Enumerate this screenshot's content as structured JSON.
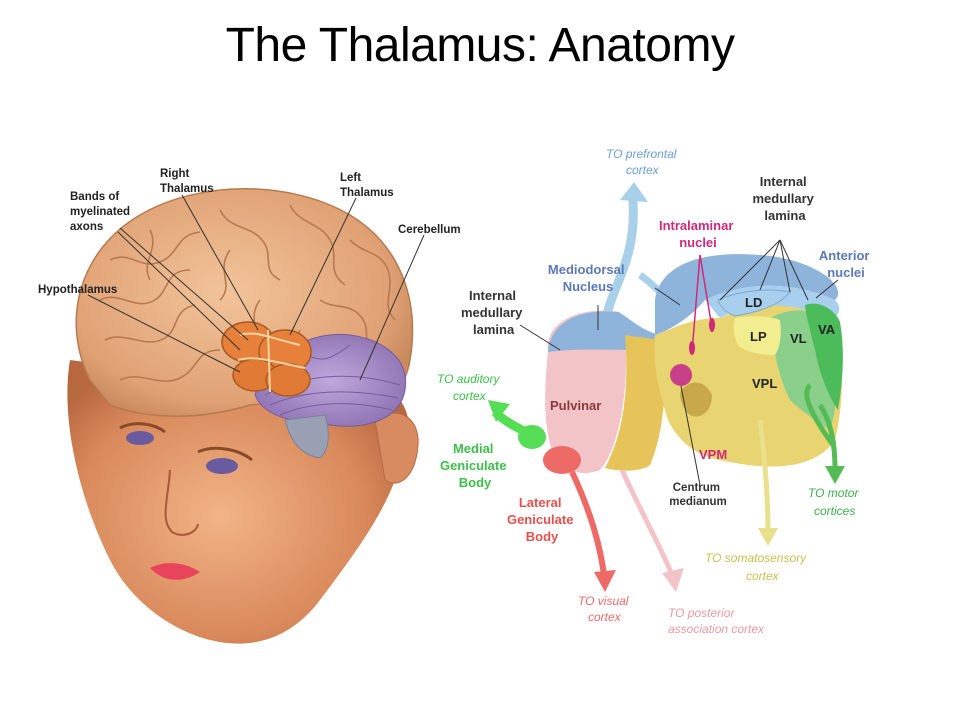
{
  "title": "The Thalamus: Anatomy",
  "head_labels": {
    "bands": [
      "Bands of",
      "myelinated",
      "axons"
    ],
    "right_thalamus": [
      "Right",
      "Thalamus"
    ],
    "left_thalamus": [
      "Left",
      "Thalamus"
    ],
    "cerebellum": "Cerebellum",
    "hypothalamus": "Hypothalamus"
  },
  "thalamus_labels": {
    "to_prefrontal": [
      "TO prefrontal",
      "cortex"
    ],
    "internal_medullary_lamina_top": [
      "Internal",
      "medullary",
      "lamina"
    ],
    "intralaminar_nuclei": [
      "Intralaminar",
      "nuclei"
    ],
    "anterior_nuclei": [
      "Anterior",
      "nuclei"
    ],
    "mediodorsal": [
      "Mediodorsal",
      "Nucleus"
    ],
    "internal_medullary_lamina_left": [
      "Internal",
      "medullary",
      "lamina"
    ],
    "to_auditory": [
      "TO auditory",
      "cortex"
    ],
    "pulvinar": "Pulvinar",
    "medial_geniculate": [
      "Medial",
      "Geniculate",
      "Body"
    ],
    "lateral_geniculate": [
      "Lateral",
      "Geniculate",
      "Body"
    ],
    "centrum_medianum": [
      "Centrum",
      "medianum"
    ],
    "to_motor": [
      "TO motor",
      "cortices"
    ],
    "to_somatosensory": [
      "TO somatosensory",
      "cortex"
    ],
    "to_visual": [
      "TO visual",
      "cortex"
    ],
    "to_posterior": [
      "TO posterior",
      "association cortex"
    ]
  },
  "nuclei": {
    "ld": "LD",
    "lp": "LP",
    "vl": "VL",
    "va": "VA",
    "vpl": "VPL",
    "vpm": "VPM"
  },
  "colors": {
    "skin": "#e9a070",
    "brain": "#e8b48a",
    "cerebellum": "#a890c8",
    "pulvinar": "#f2c4c8",
    "mediodorsal": "#8fb4dc",
    "anterior": "#a8d0ee",
    "vpl": "#e8d470",
    "vl": "#8ad08a",
    "va": "#4cbb5a",
    "medial_geniculate": "#55dd55",
    "lateral_geniculate": "#ee6a66",
    "intralaminar": "#d0287a",
    "label_blue": "#5b78b8"
  }
}
